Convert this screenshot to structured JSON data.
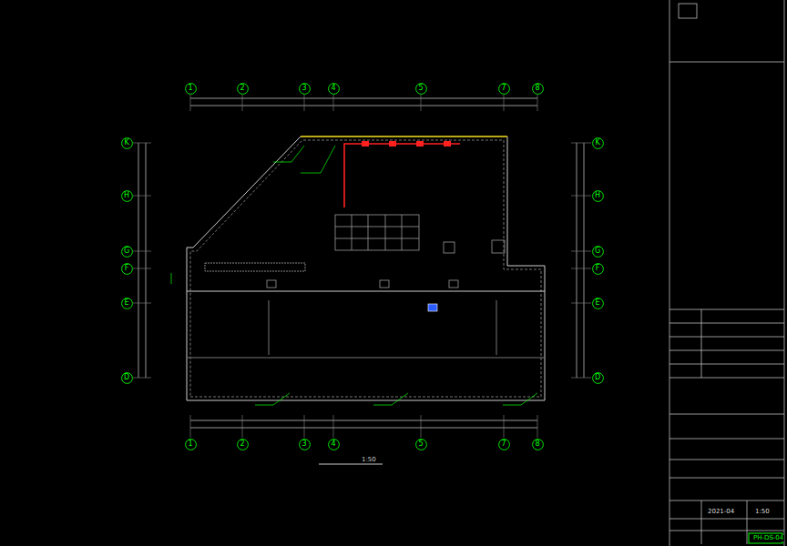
{
  "diagram": {
    "nodes": [
      {
        "text": [
          "1"
        ]
      },
      {
        "text": [
          "2"
        ]
      },
      {
        "text": [
          "3"
        ]
      },
      {
        "text": [
          "4"
        ]
      },
      {
        "text": [
          "5"
        ]
      },
      {
        "text": [
          "7"
        ]
      },
      {
        "text": [
          "8"
        ]
      },
      {
        "text": [
          "K"
        ]
      },
      {
        "text": [
          "K"
        ]
      },
      {
        "text": [
          "H"
        ]
      },
      {
        "text": [
          "H"
        ]
      },
      {
        "text": [
          "G"
        ]
      },
      {
        "text": [
          "G"
        ]
      },
      {
        "text": [
          "F"
        ]
      },
      {
        "text": [
          "F"
        ]
      },
      {
        "text": [
          "E"
        ]
      },
      {
        "text": [
          "E"
        ]
      },
      {
        "text": [
          "D"
        ]
      },
      {
        "text": [
          "D"
        ]
      },
      {
        "text": [
          "1"
        ]
      },
      {
        "text": [
          "2"
        ]
      },
      {
        "text": [
          "3"
        ]
      },
      {
        "text": [
          "4"
        ]
      },
      {
        "text": [
          "5"
        ]
      },
      {
        "text": [
          "7"
        ]
      },
      {
        "text": [
          "8"
        ]
      }
    ],
    "labels": [
      "1:50",
      "2021-04",
      "1:50",
      "PH-DS-04"
    ]
  }
}
